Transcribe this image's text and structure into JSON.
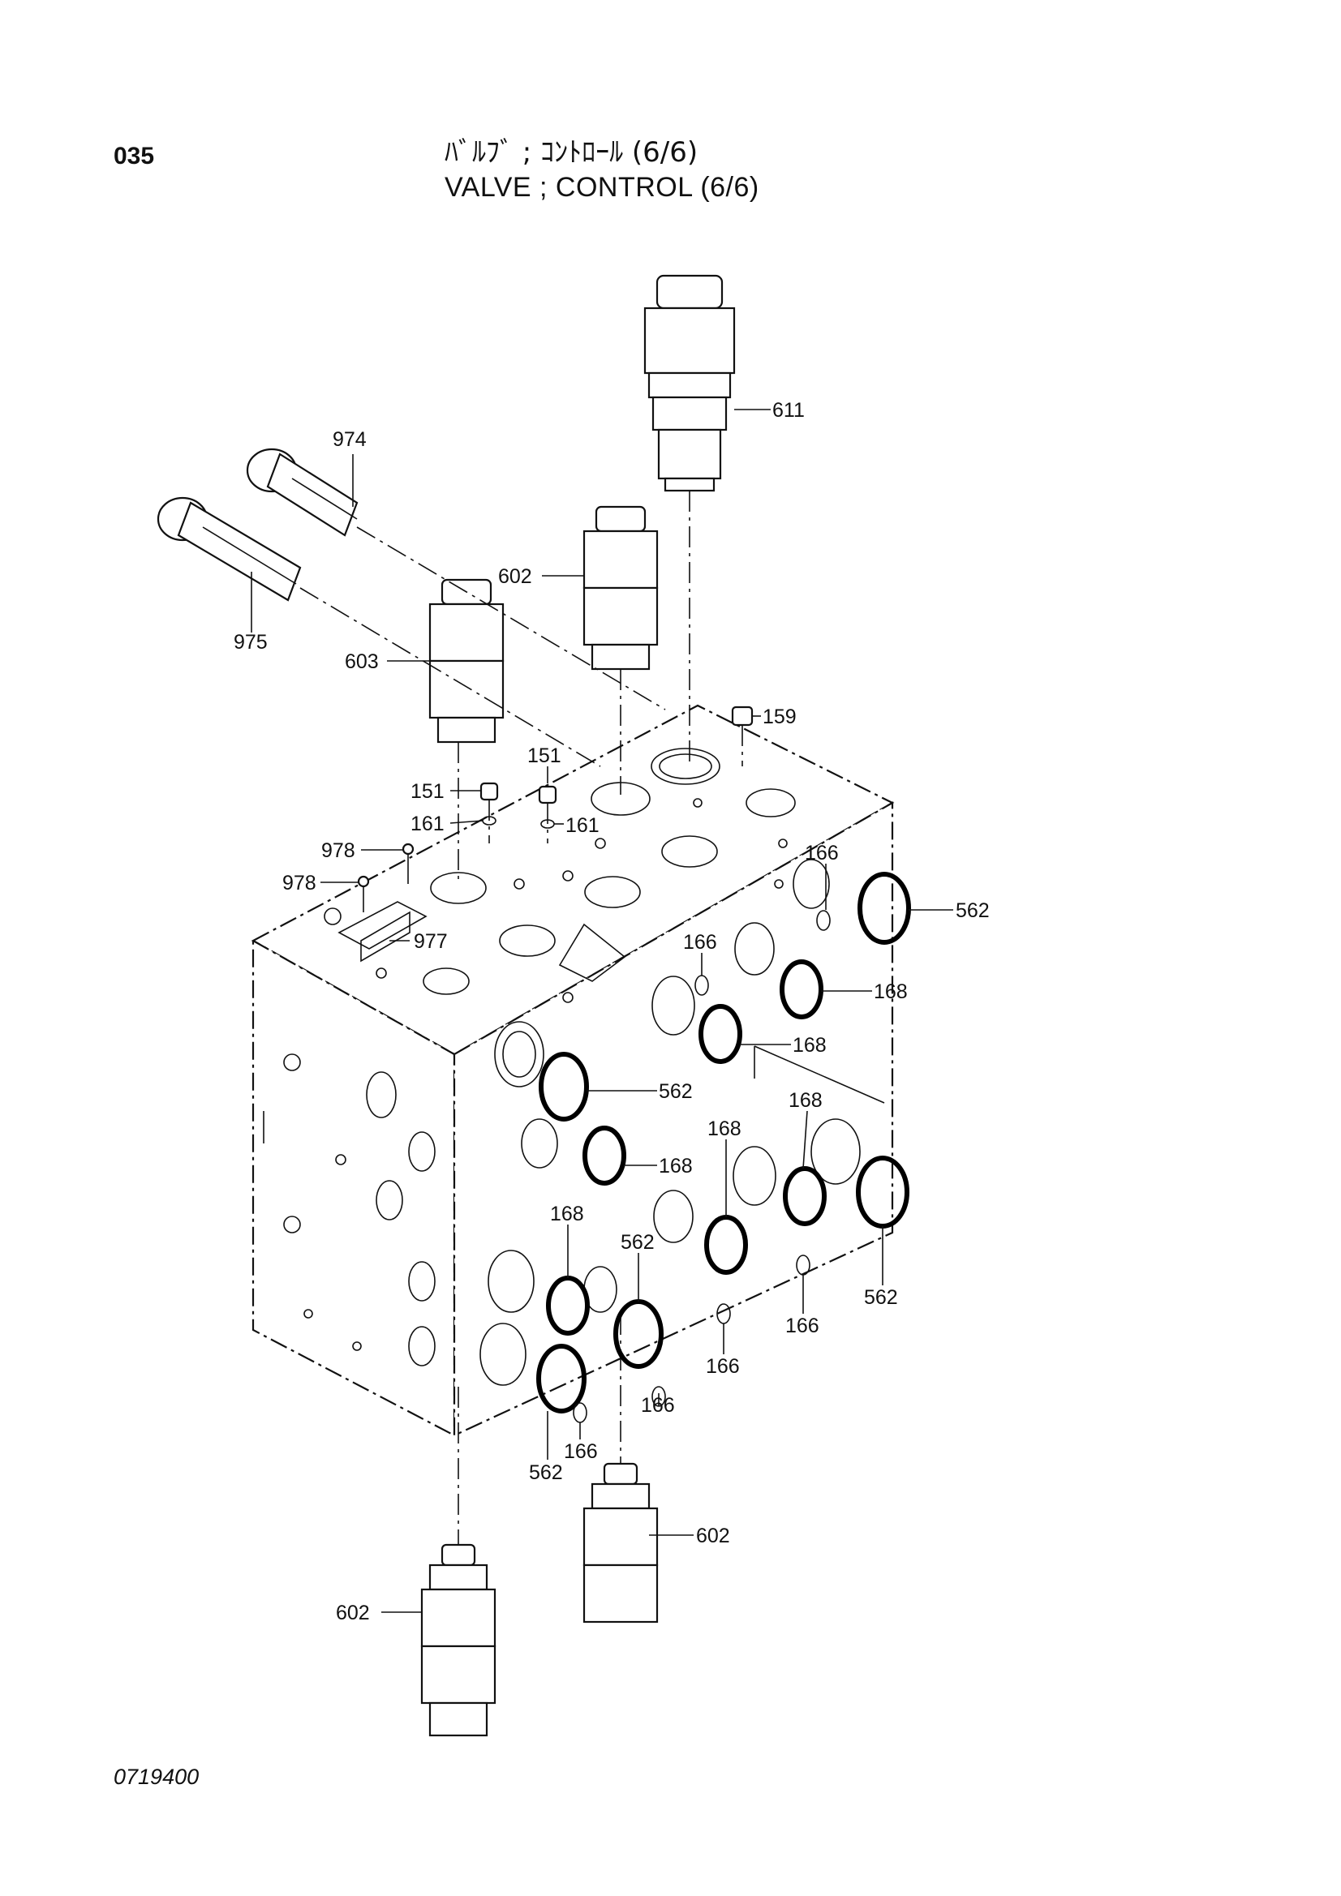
{
  "header": {
    "page_number": "035",
    "title_jp": "ﾊﾞﾙﾌﾞ ; ｺﾝﾄﾛｰﾙ (6/6)",
    "title_en": "VALVE ; CONTROL (6/6)"
  },
  "footer": {
    "doc_code": "0719400"
  },
  "callouts": {
    "c611": "611",
    "c974": "974",
    "c975": "975",
    "c602a": "602",
    "c603": "603",
    "c159": "159",
    "c151a": "151",
    "c151b": "151",
    "c161a": "161",
    "c161b": "161",
    "c978a": "978",
    "c978b": "978",
    "c977": "977",
    "c166a": "166",
    "c166b": "166",
    "c562a": "562",
    "c168a": "168",
    "c168b": "168",
    "c562b": "562",
    "c168c": "168",
    "c168d": "168",
    "c168e": "168",
    "c562c": "562",
    "c168f": "168",
    "c562d": "562",
    "c166c": "166",
    "c166d": "166",
    "c166e": "166",
    "c166f": "166",
    "c562e": "562",
    "c602b": "602",
    "c602c": "602"
  }
}
